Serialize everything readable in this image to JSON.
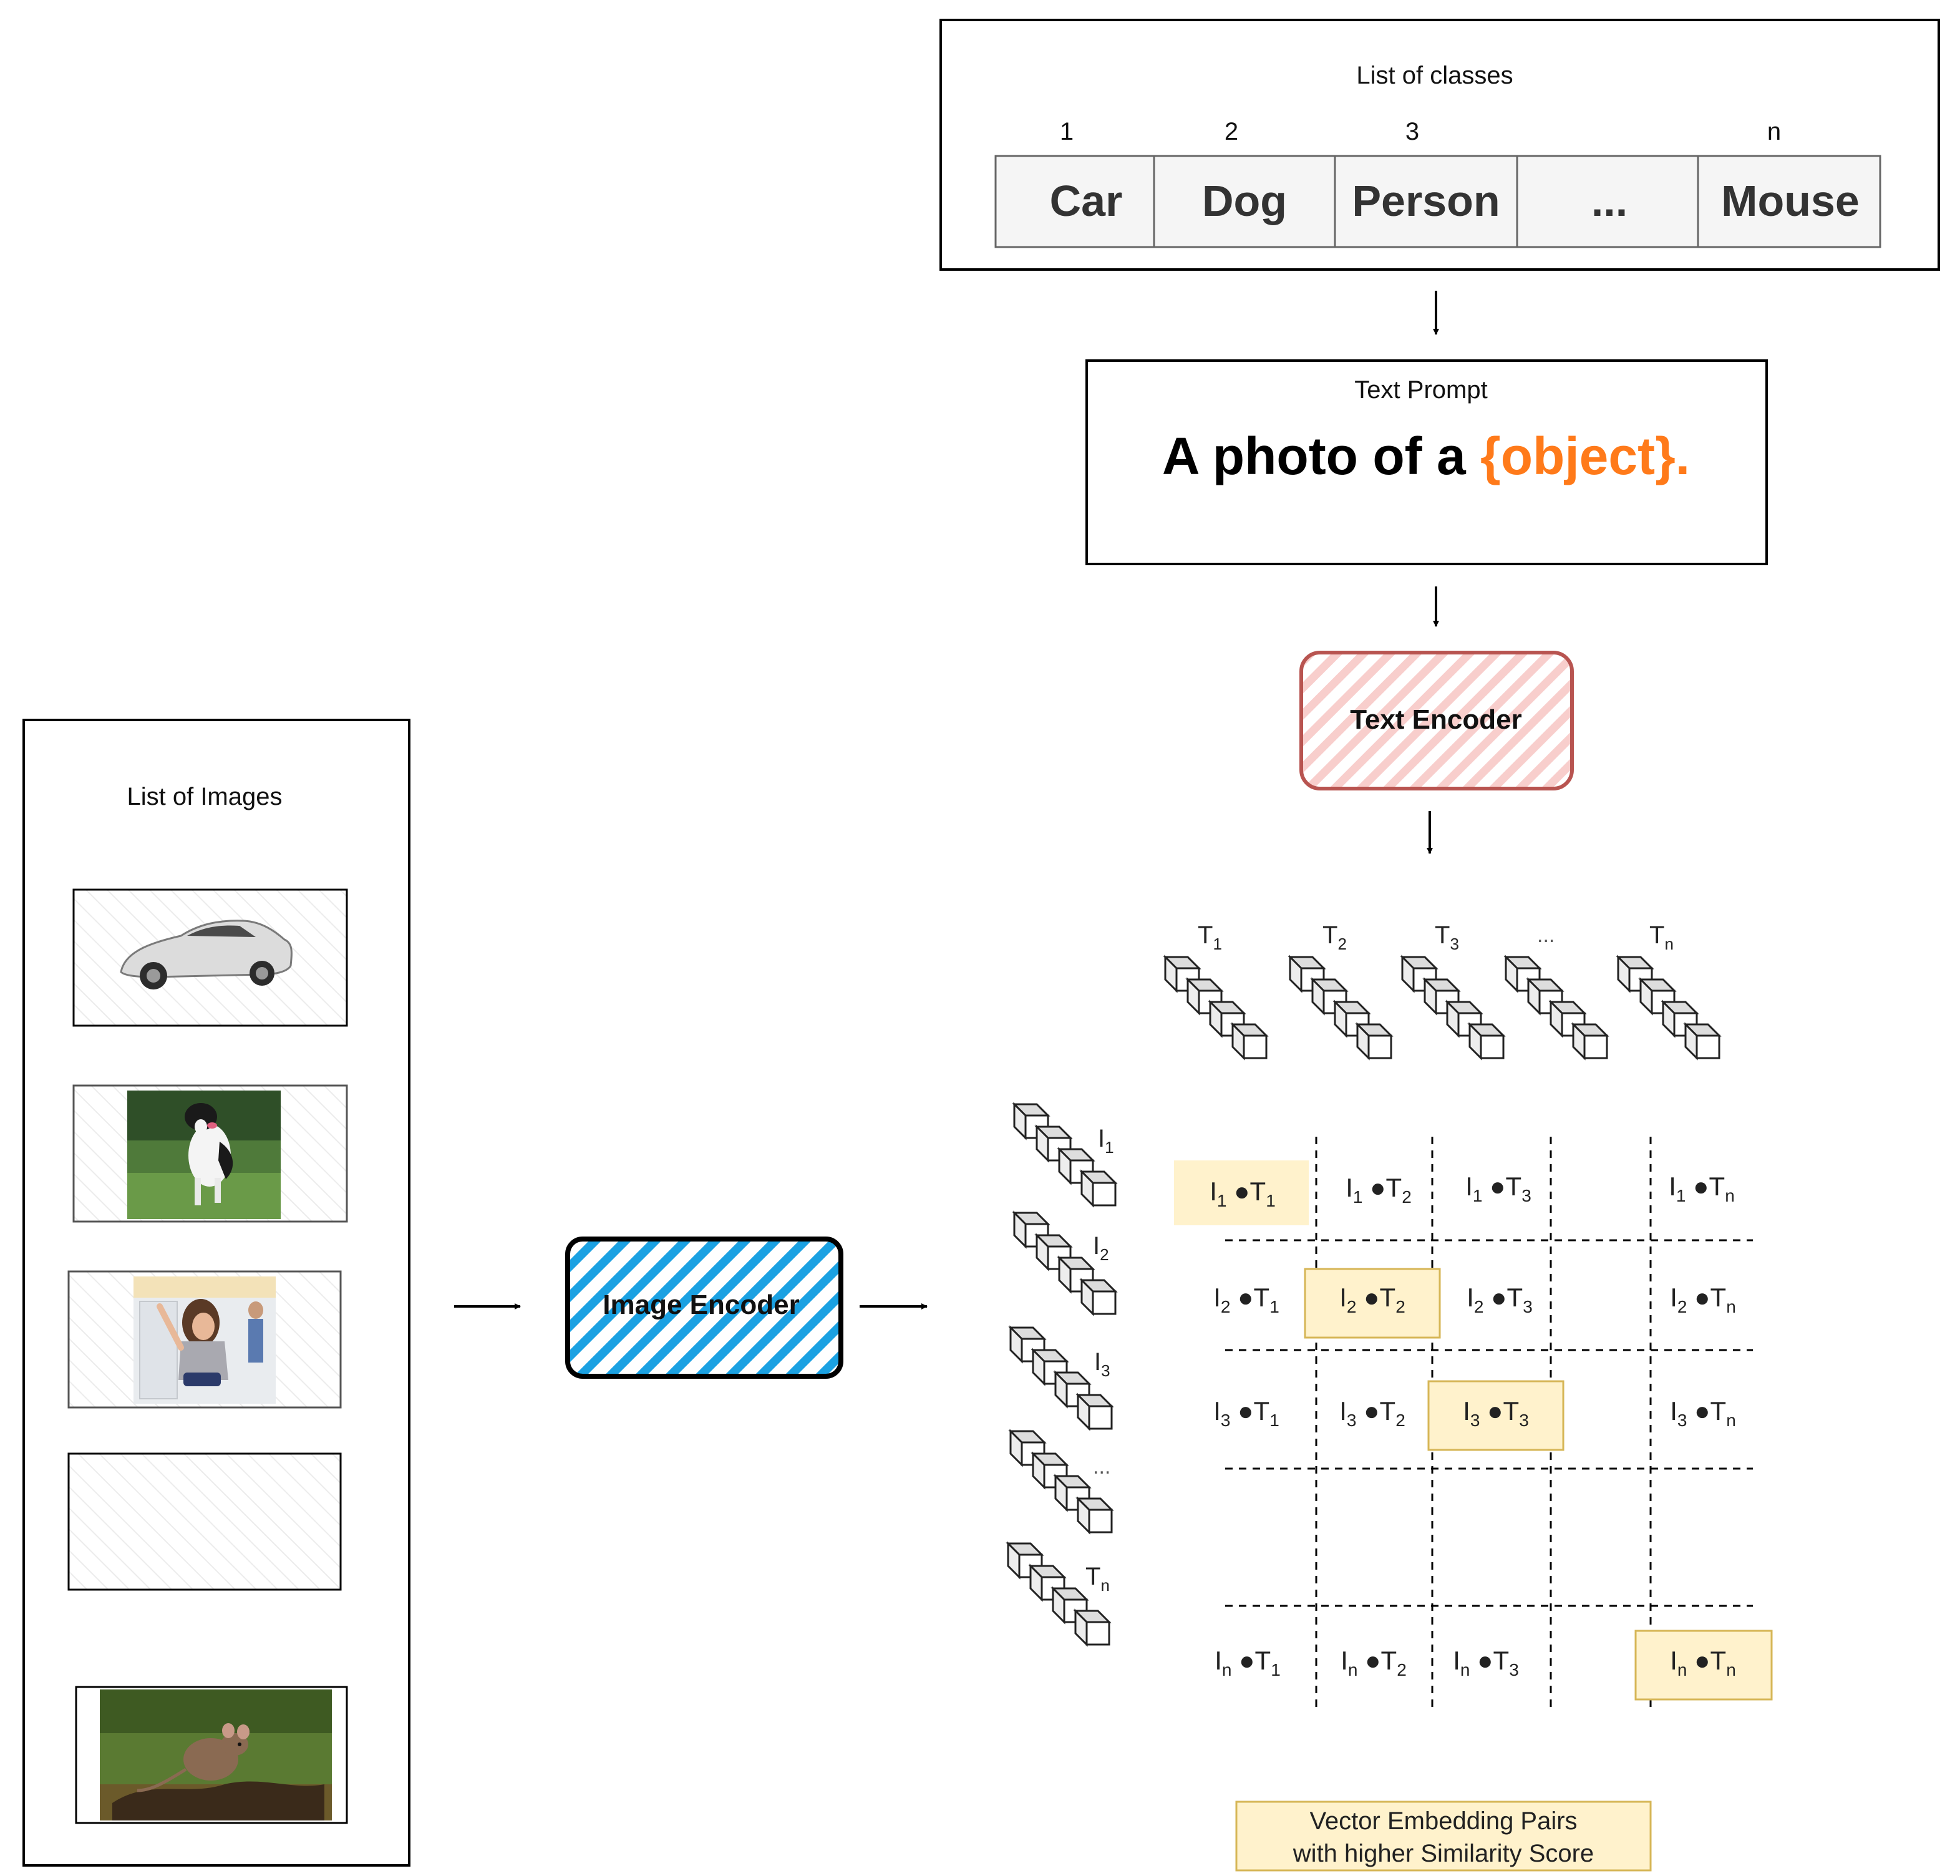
{
  "classes": {
    "title": "List of classes",
    "numbers": [
      "1",
      "2",
      "3",
      "n"
    ],
    "items": [
      "Car",
      "Dog",
      "Person",
      "...",
      "Mouse"
    ]
  },
  "prompt": {
    "title": "Text Prompt",
    "prefix": "A photo of a ",
    "placeholder": "{object}."
  },
  "text_encoder": {
    "label": "Text Encoder"
  },
  "image_encoder": {
    "label": "Image Encoder"
  },
  "images": {
    "title": "List of Images",
    "items": [
      "car-photo",
      "dog-photo",
      "person-photo",
      "empty-slot",
      "mouse-photo"
    ]
  },
  "text_embeddings": {
    "labels": [
      {
        "base": "T",
        "sub": "1"
      },
      {
        "base": "T",
        "sub": "2"
      },
      {
        "base": "T",
        "sub": "3"
      },
      {
        "base": "...",
        "sub": ""
      },
      {
        "base": "T",
        "sub": "n"
      }
    ]
  },
  "image_embeddings": {
    "labels": [
      {
        "base": "I",
        "sub": "1"
      },
      {
        "base": "I",
        "sub": "2"
      },
      {
        "base": "I",
        "sub": "3"
      },
      {
        "base": "...",
        "sub": ""
      },
      {
        "base": "T",
        "sub": "n"
      }
    ]
  },
  "matrix": {
    "rows": [
      [
        {
          "i": "1",
          "t": "1",
          "hl": true
        },
        {
          "i": "1",
          "t": "2",
          "hl": false
        },
        {
          "i": "1",
          "t": "3",
          "hl": false
        },
        {
          "i": "1",
          "t": "n",
          "hl": false
        }
      ],
      [
        {
          "i": "2",
          "t": "1",
          "hl": false
        },
        {
          "i": "2",
          "t": "2",
          "hl": true
        },
        {
          "i": "2",
          "t": "3",
          "hl": false
        },
        {
          "i": "2",
          "t": "n",
          "hl": false
        }
      ],
      [
        {
          "i": "3",
          "t": "1",
          "hl": false
        },
        {
          "i": "3",
          "t": "2",
          "hl": false
        },
        {
          "i": "3",
          "t": "3",
          "hl": true
        },
        {
          "i": "3",
          "t": "n",
          "hl": false
        }
      ],
      [
        {
          "i": "n",
          "t": "1",
          "hl": false
        },
        {
          "i": "n",
          "t": "2",
          "hl": false
        },
        {
          "i": "n",
          "t": "3",
          "hl": false
        },
        {
          "i": "n",
          "t": "n",
          "hl": true
        }
      ]
    ]
  },
  "legend": {
    "line1": "Vector Embedding Pairs",
    "line2": "with higher Similarity Score"
  },
  "colors": {
    "highlight_fill": "#fff2cc",
    "highlight_stroke": "#d6b656",
    "text_encoder_fill": "#f8cecc",
    "text_encoder_stroke": "#b85450",
    "image_encoder_fill": "#1ba1e2",
    "object_color": "#ff7a1a"
  }
}
